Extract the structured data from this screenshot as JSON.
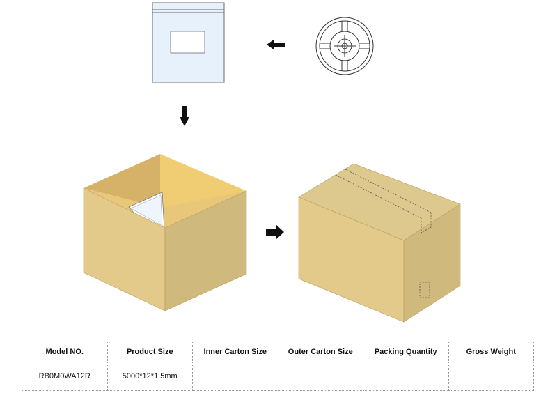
{
  "colors": {
    "carton_top": "#ddc98e",
    "carton_left": "#e3ca8a",
    "carton_right": "#cfb97c",
    "carton_inside_back": "#f0cd72",
    "carton_inside_left": "#d6b268",
    "bag_fill": "#e6f1fb",
    "bag_stroke": "#6b6b6b",
    "arrow": "#111111",
    "outline": "#555555"
  },
  "icons": {
    "reel": "reel-icon",
    "bag": "esd-bag-icon",
    "open_carton": "open-carton-icon",
    "sealed_carton": "sealed-carton-icon",
    "arrows": "arrow-icon"
  },
  "table": {
    "headers": [
      "Model NO.",
      "Product Size",
      "Inner Carton Size",
      "Outer Carton Size",
      "Packing Quantity",
      "Gross Weight"
    ],
    "rows": [
      [
        "RB0M0WA12R",
        "5000*12*1.5mm",
        "",
        "",
        "",
        ""
      ]
    ]
  }
}
